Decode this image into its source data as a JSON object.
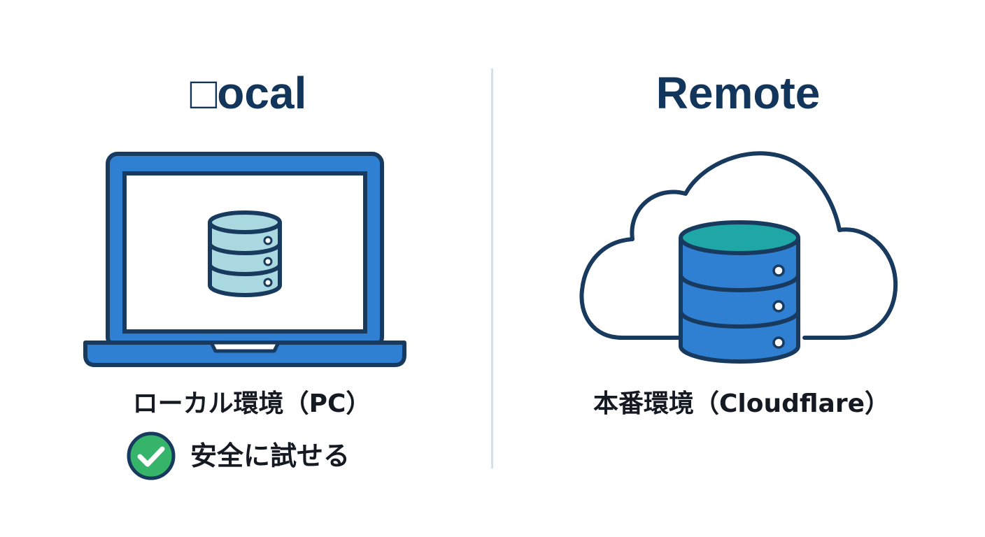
{
  "local": {
    "heading": "□ocal",
    "caption": "ローカル環境（PC）",
    "safe_label": "安全に試せる",
    "icons": [
      "laptop-icon",
      "database-icon",
      "check-circle-icon"
    ]
  },
  "remote": {
    "heading": "Remote",
    "caption": "本番環境（Cloudflare）",
    "icons": [
      "cloud-icon",
      "database-icon"
    ]
  },
  "colors": {
    "heading": "#12355b",
    "outline": "#173a5e",
    "blue": "#2f7fd3",
    "light_db": "#a9d8e0",
    "teal": "#1fa7a7",
    "green": "#36b56a",
    "divider": "#d9dde6"
  }
}
